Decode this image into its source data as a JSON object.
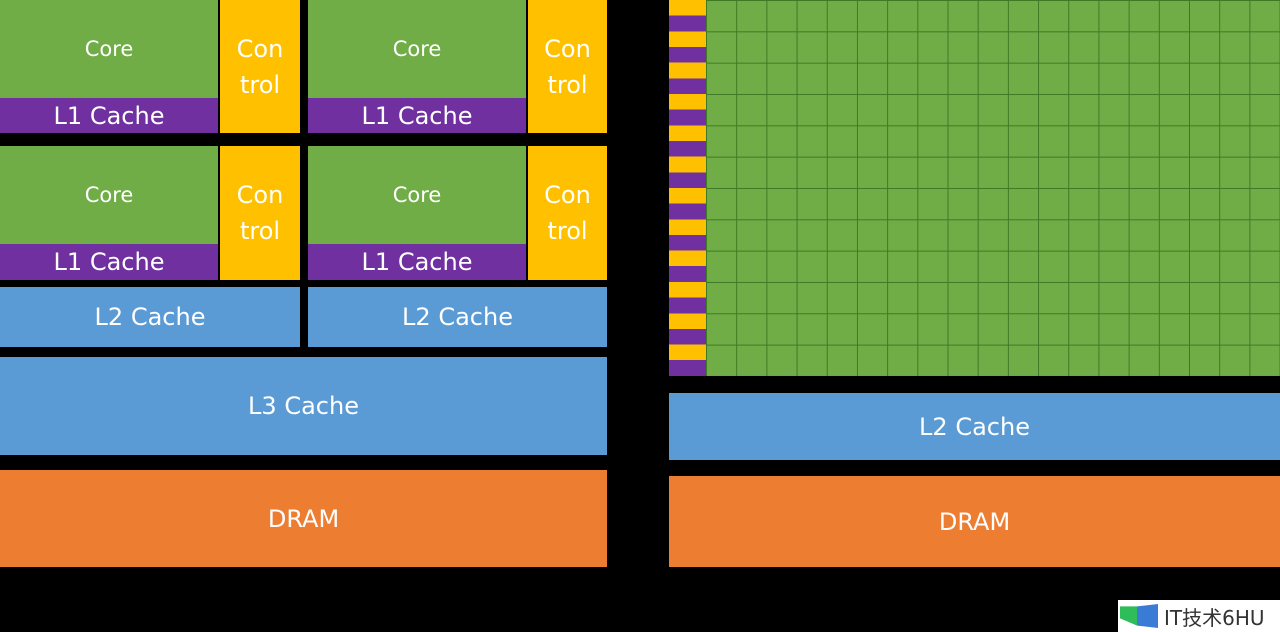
{
  "cpu": {
    "core_label": "Core",
    "l1_label": "L1 Cache",
    "control_label_line1": "Con",
    "control_label_line2": "trol",
    "l2_label": "L2 Cache",
    "l3_label": "L3 Cache",
    "dram_label": "DRAM"
  },
  "gpu": {
    "l2_label": "L2 Cache",
    "dram_label": "DRAM",
    "grid_rows": 12,
    "grid_cols": 19
  },
  "watermark": "IT技术6HU",
  "colors": {
    "core": "#70ad47",
    "l1": "#7030a0",
    "control": "#ffc000",
    "cache": "#5b9bd5",
    "dram": "#ed7d31"
  }
}
